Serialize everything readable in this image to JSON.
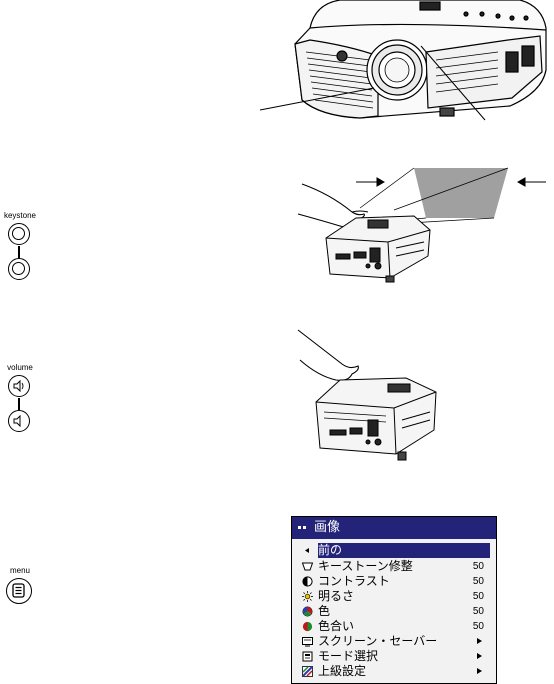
{
  "buttons": {
    "keystone_label": "keystone",
    "volume_label": "volume",
    "menu_label": "menu"
  },
  "osd_menu": {
    "title": "画像",
    "items": [
      {
        "label": "前の",
        "icon": "left-arrow-icon",
        "value": "",
        "submenu": false,
        "selected": true
      },
      {
        "label": "キーストーン修整",
        "icon": "keystone-icon",
        "value": "50",
        "submenu": false,
        "selected": false
      },
      {
        "label": "コントラスト",
        "icon": "contrast-icon",
        "value": "50",
        "submenu": false,
        "selected": false
      },
      {
        "label": "明るさ",
        "icon": "brightness-icon",
        "value": "50",
        "submenu": false,
        "selected": false
      },
      {
        "label": "色",
        "icon": "color-icon",
        "value": "50",
        "submenu": false,
        "selected": false
      },
      {
        "label": "色合い",
        "icon": "tint-icon",
        "value": "50",
        "submenu": false,
        "selected": false
      },
      {
        "label": "スクリーン・セーバー",
        "icon": "screen-saver-icon",
        "value": "",
        "submenu": true,
        "selected": false
      },
      {
        "label": "モード選択",
        "icon": "mode-select-icon",
        "value": "",
        "submenu": true,
        "selected": false
      },
      {
        "label": "上級設定",
        "icon": "advanced-settings-icon",
        "value": "",
        "submenu": true,
        "selected": false
      }
    ]
  },
  "colors": {
    "menu_title_bg": "#24237a",
    "menu_bg": "#f2f2f2",
    "tint_red": "#c0161c",
    "tint_green": "#1d8a2c",
    "brightness_yellow": "#e8c000"
  }
}
